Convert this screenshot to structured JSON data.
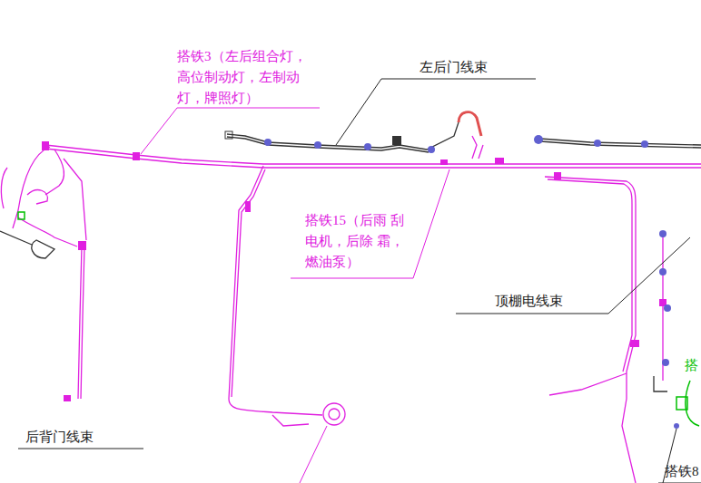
{
  "diagram": {
    "labels": [
      "搭铁3（左后组合灯， 高位制动灯，左制动 灯，牌照灯）",
      "左后门线束",
      "搭铁15（后雨 刮电机，后除 霜，燃油泵）",
      "顶棚电线束",
      "后背门线束",
      "搭",
      "搭铁8"
    ]
  }
}
